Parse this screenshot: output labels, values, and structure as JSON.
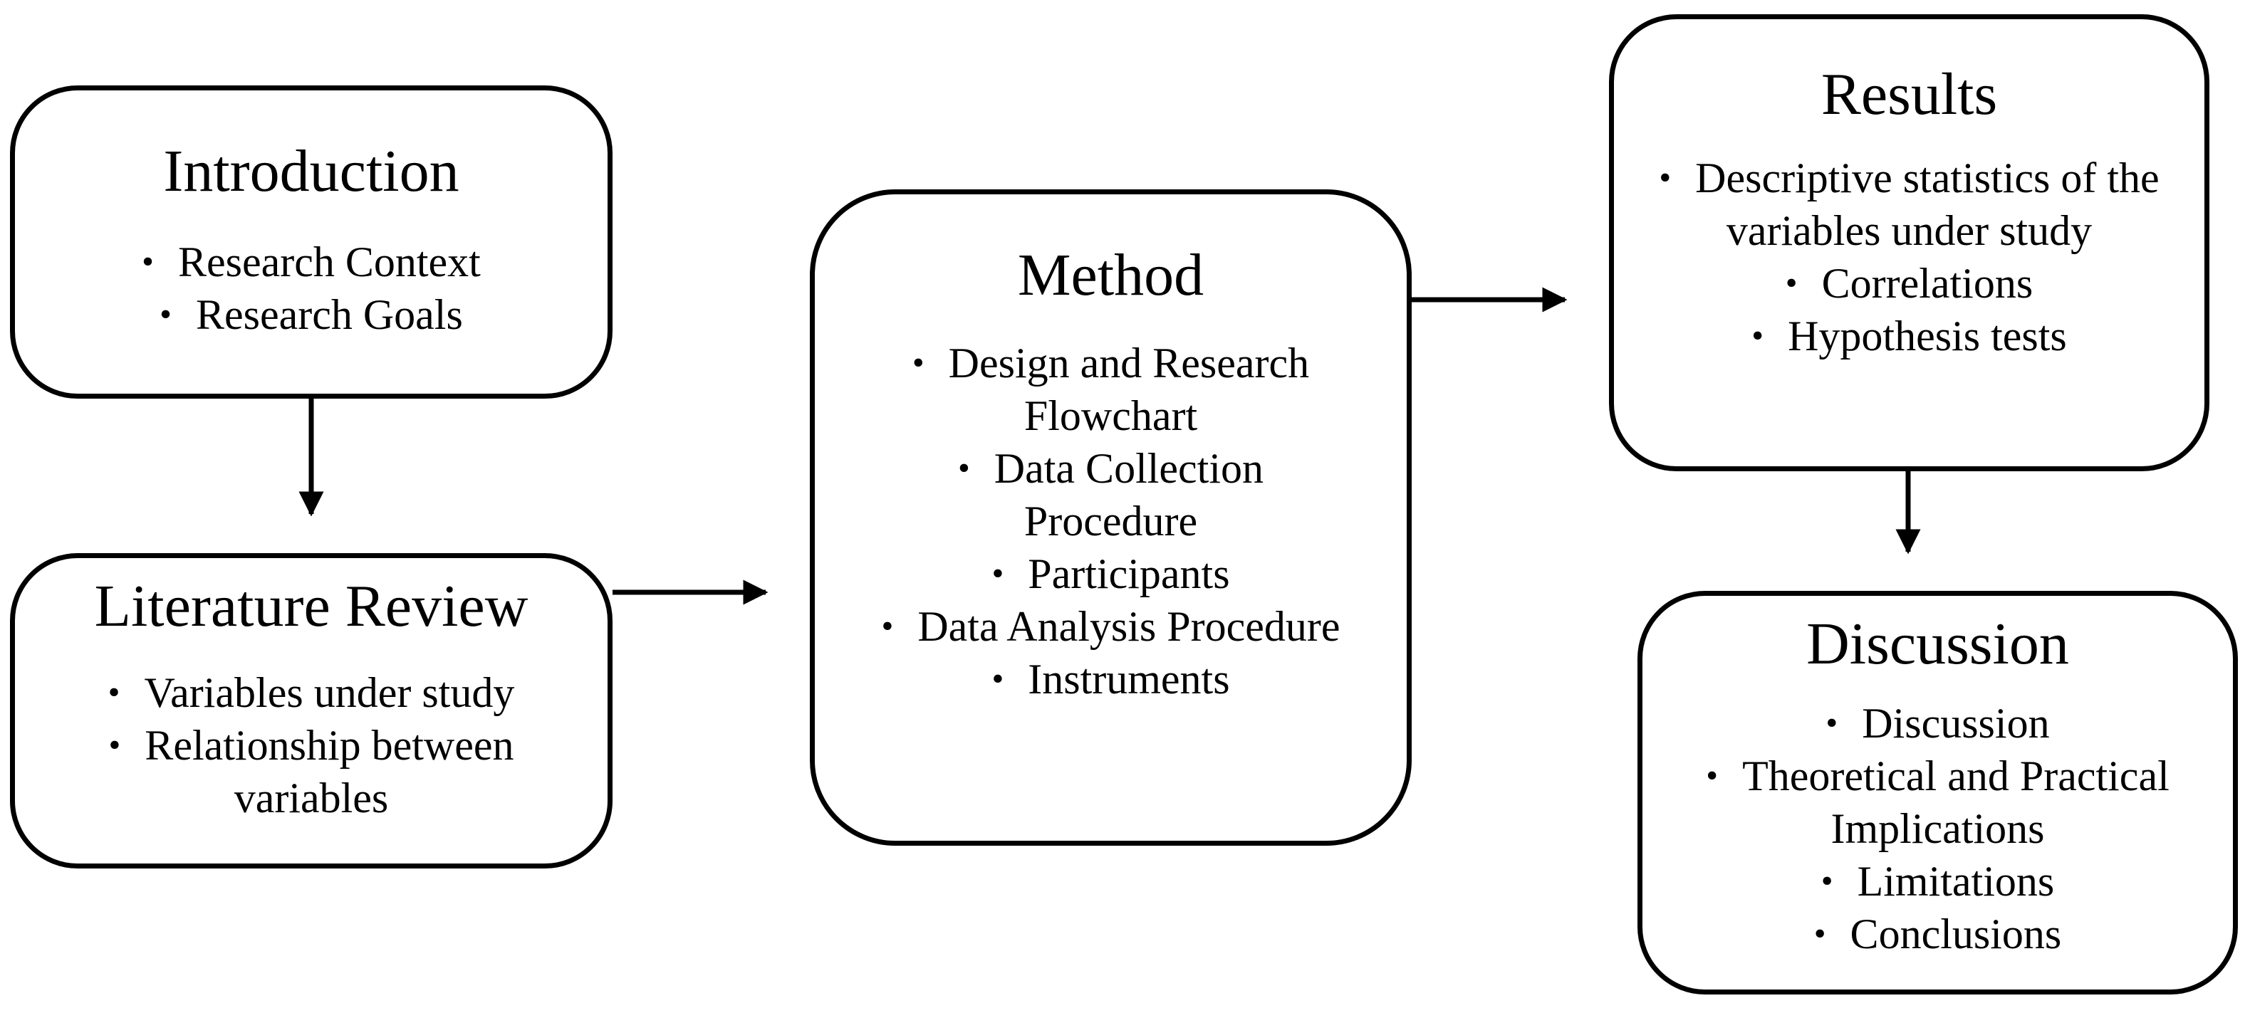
{
  "boxes": {
    "introduction": {
      "title": "Introduction",
      "items": [
        "Research Context",
        "Research Goals"
      ]
    },
    "literature_review": {
      "title": "Literature Review",
      "items": [
        "Variables under study",
        "Relationship between variables"
      ]
    },
    "method": {
      "title": "Method",
      "items": [
        "Design and Research Flowchart",
        "Data Collection Procedure",
        "Participants",
        "Data Analysis Procedure",
        "Instruments"
      ]
    },
    "results": {
      "title": "Results",
      "items": [
        "Descriptive statistics of the variables under study",
        "Correlations",
        "Hypothesis tests"
      ]
    },
    "discussion": {
      "title": "Discussion",
      "items": [
        "Discussion",
        "Theoretical and Practical Implications",
        "Limitations",
        "Conclusions"
      ]
    }
  },
  "bullet_glyph": "•",
  "colors": {
    "stroke": "#000000",
    "background": "#ffffff",
    "text": "#000000"
  },
  "connections": [
    {
      "from": "introduction",
      "to": "literature_review"
    },
    {
      "from": "literature_review",
      "to": "method"
    },
    {
      "from": "method",
      "to": "results"
    },
    {
      "from": "results",
      "to": "discussion"
    }
  ]
}
